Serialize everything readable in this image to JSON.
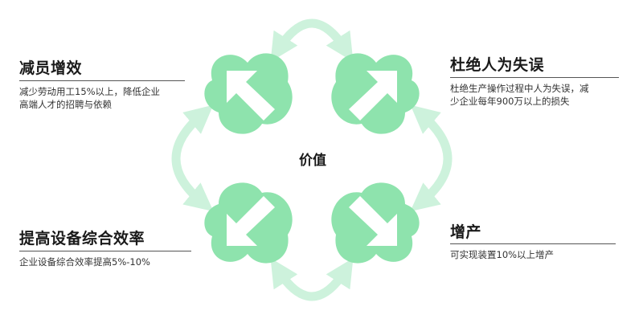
{
  "center": {
    "label": "价值"
  },
  "colors": {
    "petal": "#8ee3ad",
    "arrow_fill": "#ffffff",
    "connector": "#cdf2dc",
    "rule": "#555555"
  },
  "blocks": {
    "top_left": {
      "title": "减员增效",
      "lines": [
        "减少劳动用工15%以上，降低企业",
        "高端人才的招聘与依赖"
      ]
    },
    "top_right": {
      "title": "杜绝人为失误",
      "lines": [
        "杜绝生产操作过程中人为失误，减",
        "少企业每年900万以上的损失"
      ]
    },
    "bottom_left": {
      "title": "提高设备综合效率",
      "lines": [
        "企业设备综合效率提高5%-10%"
      ]
    },
    "bottom_right": {
      "title": "增产",
      "lines": [
        "可实现装置10%以上增产"
      ]
    }
  },
  "icons": {
    "petal_top_left": "cloud-arrow-up-left-icon",
    "petal_top_right": "cloud-arrow-up-right-icon",
    "petal_bottom_left": "cloud-arrow-down-left-icon",
    "petal_bottom_right": "cloud-arrow-down-right-icon",
    "connectors": "double-headed-curved-arrow-icon"
  }
}
